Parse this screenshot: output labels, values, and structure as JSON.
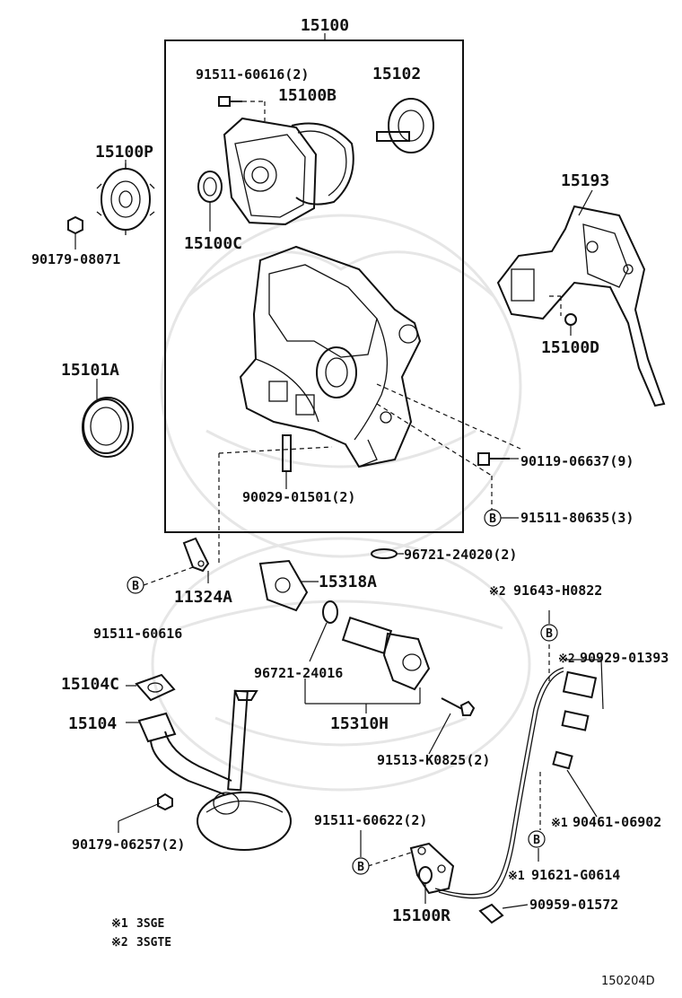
{
  "labels": {
    "p15100": "15100",
    "p91511_60616_2": "91511-60616(2)",
    "p15102": "15102",
    "p15100B": "15100B",
    "p15100P": "15100P",
    "p90179_08071": "90179-08071",
    "p15100C": "15100C",
    "p15193": "15193",
    "p15100D": "15100D",
    "p15101A": "15101A",
    "p90119_06637": "90119-06637(9)",
    "p90029_01501": "90029-01501(2)",
    "p91511_80635": "91511-80635(3)",
    "p96721_24020": "96721-24020(2)",
    "p15318A": "15318A",
    "p11324A": "11324A",
    "p91511_60616": "91511-60616",
    "p91643_H0822": "91643-H0822",
    "p90929_01393": "90929-01393",
    "p96721_24016": "96721-24016",
    "p15104C": "15104C",
    "p15104": "15104",
    "p15310H": "15310H",
    "p91513_K0825": "91513-K0825(2)",
    "p90461_06902": "90461-06902",
    "p91511_60622": "91511-60622(2)",
    "p90179_06257": "90179-06257(2)",
    "p91621_G0614": "91621-G0614",
    "p90959_01572": "90959-01572",
    "p15100R": "15100R"
  },
  "marks": {
    "b": "B",
    "note1": "※1",
    "note2": "※2"
  },
  "notes": {
    "n1_text": "3SGE",
    "n2_text": "3SGTE"
  },
  "figure_code": "150204D"
}
